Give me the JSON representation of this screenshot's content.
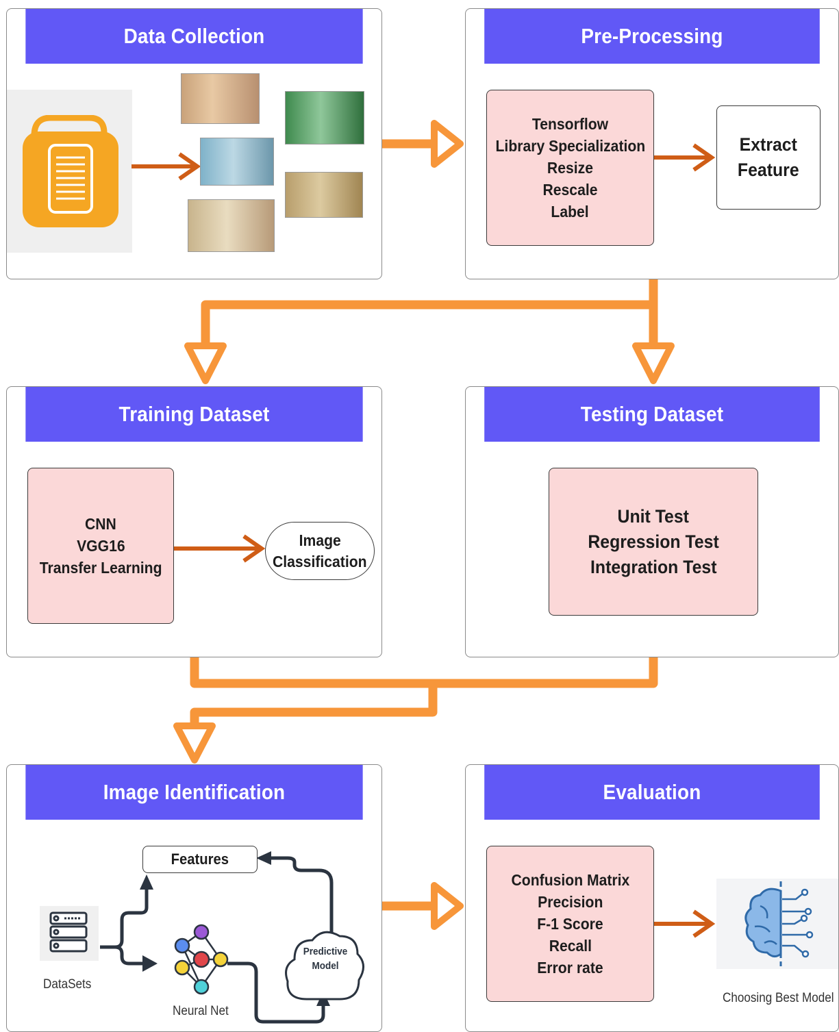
{
  "colors": {
    "header": "#6158f6",
    "pink_box": "#fbd8d8",
    "flow_arrow": "#f7963a",
    "inner_arrow": "#cf5d16",
    "folder": "#f5a623"
  },
  "panels": {
    "data_collection": {
      "title": "Data Collection"
    },
    "pre_processing": {
      "title": "Pre-Processing",
      "steps": [
        "Tensorflow",
        "Library Specialization",
        "Resize",
        "Rescale",
        "Label"
      ],
      "output": [
        "Extract",
        "Feature"
      ]
    },
    "training": {
      "title": "Training Dataset",
      "methods": [
        "CNN",
        "VGG16",
        "Transfer Learning"
      ],
      "output": [
        "Image",
        "Classification"
      ]
    },
    "testing": {
      "title": "Testing Dataset",
      "tests": [
        "Unit Test",
        "Regression Test",
        "Integration Test"
      ]
    },
    "identification": {
      "title": "Image Identification",
      "features_label": "Features",
      "datasets_label": "DataSets",
      "neural_net_label": "Neural Net",
      "predictive_model": [
        "Predictive",
        "Model"
      ]
    },
    "evaluation": {
      "title": "Evaluation",
      "metrics": [
        "Confusion Matrix",
        "Precision",
        "F-1 Score",
        "Recall",
        "Error rate"
      ],
      "output_label": "Choosing Best Model"
    }
  }
}
